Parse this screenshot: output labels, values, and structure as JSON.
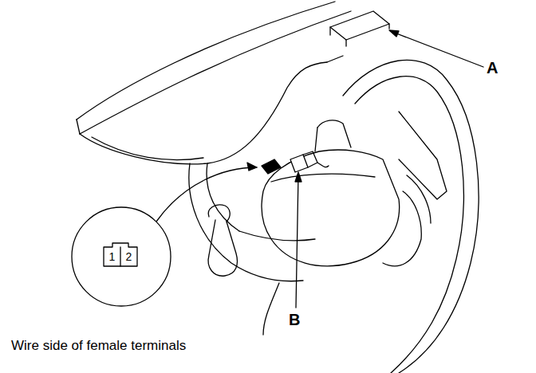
{
  "diagram": {
    "labels": [
      "A",
      "B",
      "1",
      "2",
      "Wire side of female terminals"
    ]
  }
}
